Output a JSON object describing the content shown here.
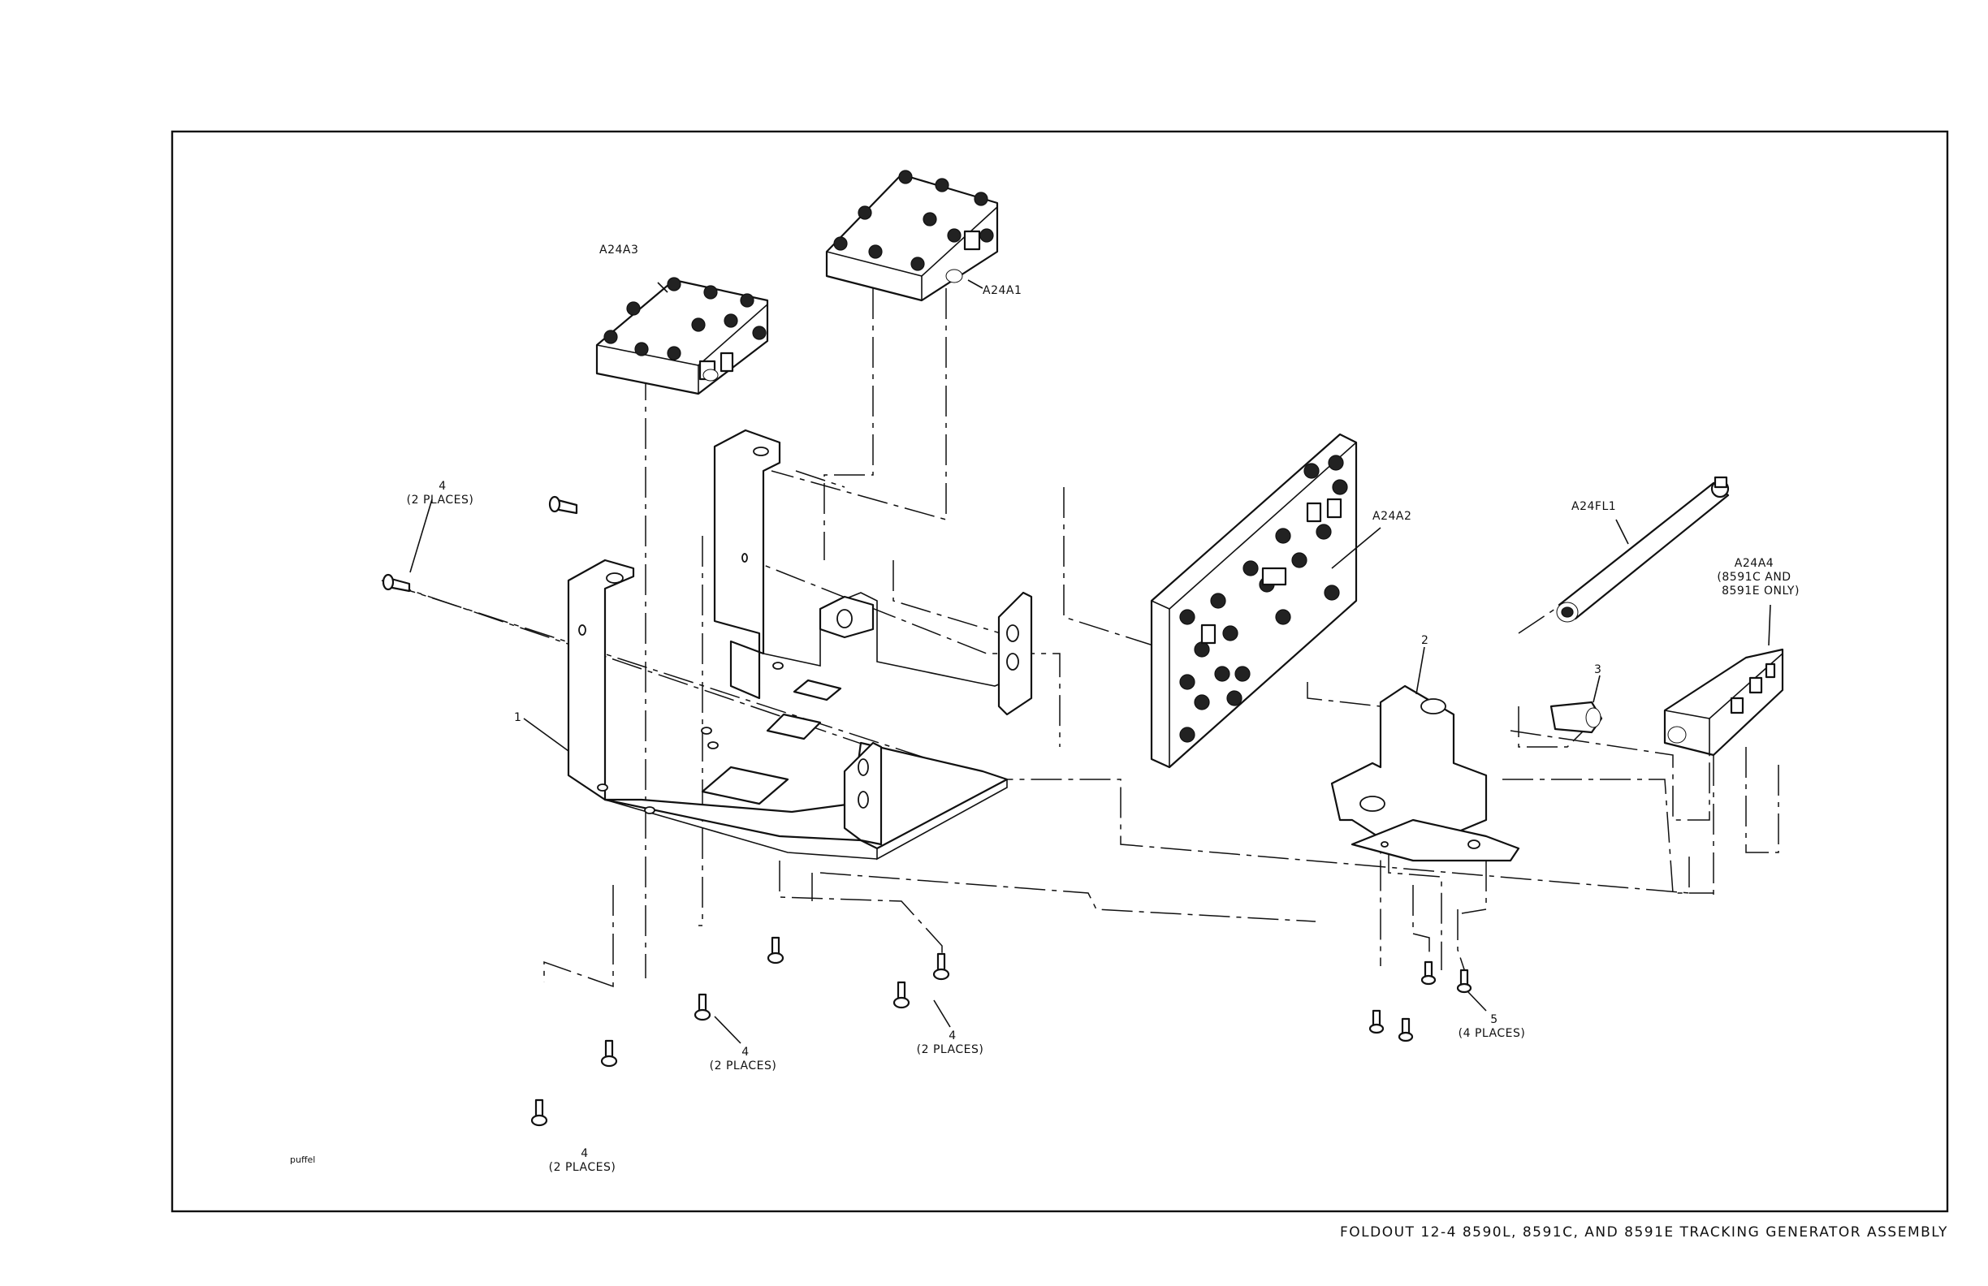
{
  "caption": "FOLDOUT 12-4   8590L, 8591C, AND 8591E TRACKING GENERATOR ASSEMBLY",
  "file_tag": "puffel",
  "callouts": {
    "a24a3": "A24A3",
    "a24a1": "A24A1",
    "a24a2": "A24A2",
    "a24fl1": "A24FL1",
    "a24a4": "A24A4",
    "a24a4_note1": "(8591C AND",
    "a24a4_note2": "8591E ONLY)",
    "item1": "1",
    "item2": "2",
    "item3": "3",
    "item4_left_num": "4",
    "item4_left_places": "(2 PLACES)",
    "item4_mid_num": "4",
    "item4_mid_places": "(2 PLACES)",
    "item4_right_num": "4",
    "item4_right_places": "(2 PLACES)",
    "item4_bottom_num": "4",
    "item4_bottom_places": "(2 PLACES)",
    "item5_num": "5",
    "item5_places": "(4 PLACES)"
  }
}
